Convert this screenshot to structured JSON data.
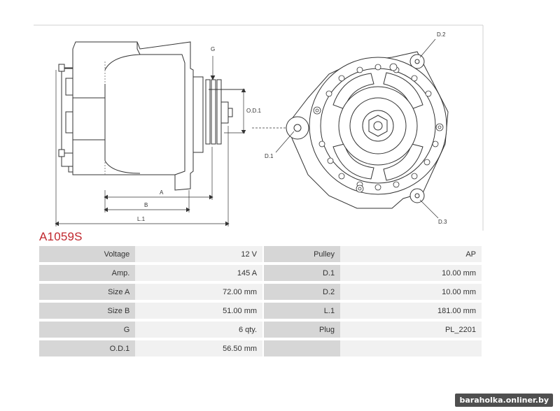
{
  "drawing": {
    "labels": {
      "g": "G",
      "od1": "O.D.1",
      "a": "A",
      "b": "B",
      "l1": "L.1",
      "d1": "D.1",
      "d2": "D.2",
      "d3": "D.3"
    }
  },
  "part_number": "A1059S",
  "specs": [
    {
      "label": "Voltage",
      "value": "12 V",
      "label2": "Pulley",
      "value2": "AP"
    },
    {
      "label": "Amp.",
      "value": "145 A",
      "label2": "D.1",
      "value2": "10.00 mm"
    },
    {
      "label": "Size A",
      "value": "72.00 mm",
      "label2": "D.2",
      "value2": "10.00 mm"
    },
    {
      "label": "Size B",
      "value": "51.00 mm",
      "label2": "L.1",
      "value2": "181.00 mm"
    },
    {
      "label": "G",
      "value": "6 qty.",
      "label2": "Plug",
      "value2": "PL_2201"
    },
    {
      "label": "O.D.1",
      "value": "56.50 mm",
      "label2": "",
      "value2": ""
    }
  ],
  "watermark": "baraholka.onliner.by"
}
